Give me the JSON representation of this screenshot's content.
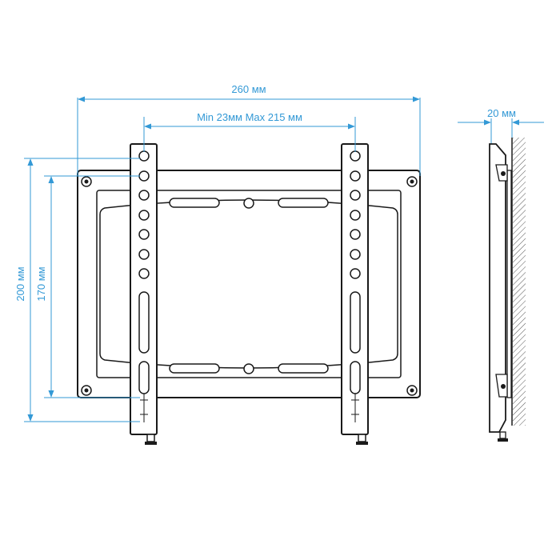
{
  "labels": {
    "width": "260 мм",
    "vesa_range": "Min 23мм Max 215 мм",
    "depth": "20 мм",
    "height_total": "200 мм",
    "height_inner": "170 мм"
  },
  "colors": {
    "dimension": "#3399d6",
    "outline": "#1a1a1a",
    "background": "#ffffff"
  }
}
